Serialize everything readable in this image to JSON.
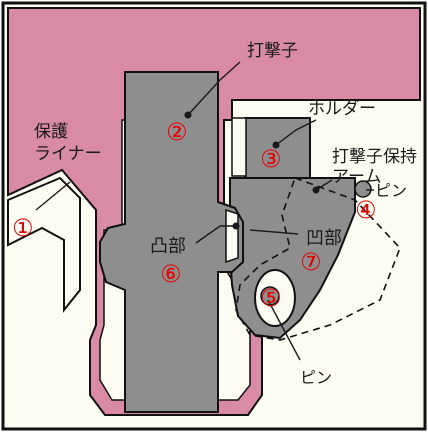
{
  "colors": {
    "background": "#fdfcf3",
    "liner": "#d98aa5",
    "metal": "#8e8e8e",
    "outline": "#111111",
    "marker_red": "#e60000"
  },
  "labels": {
    "liner": "保護\nライナー",
    "striker": "打撃子",
    "holder": "ホルダー",
    "arm": "打撃子保持\nアーム",
    "pin_top": "ピン",
    "pin_bottom": "ピン",
    "convex": "凸部",
    "concave": "凹部"
  },
  "numbers": [
    "①",
    "②",
    "③",
    "④",
    "⑤",
    "⑥",
    "⑦"
  ]
}
